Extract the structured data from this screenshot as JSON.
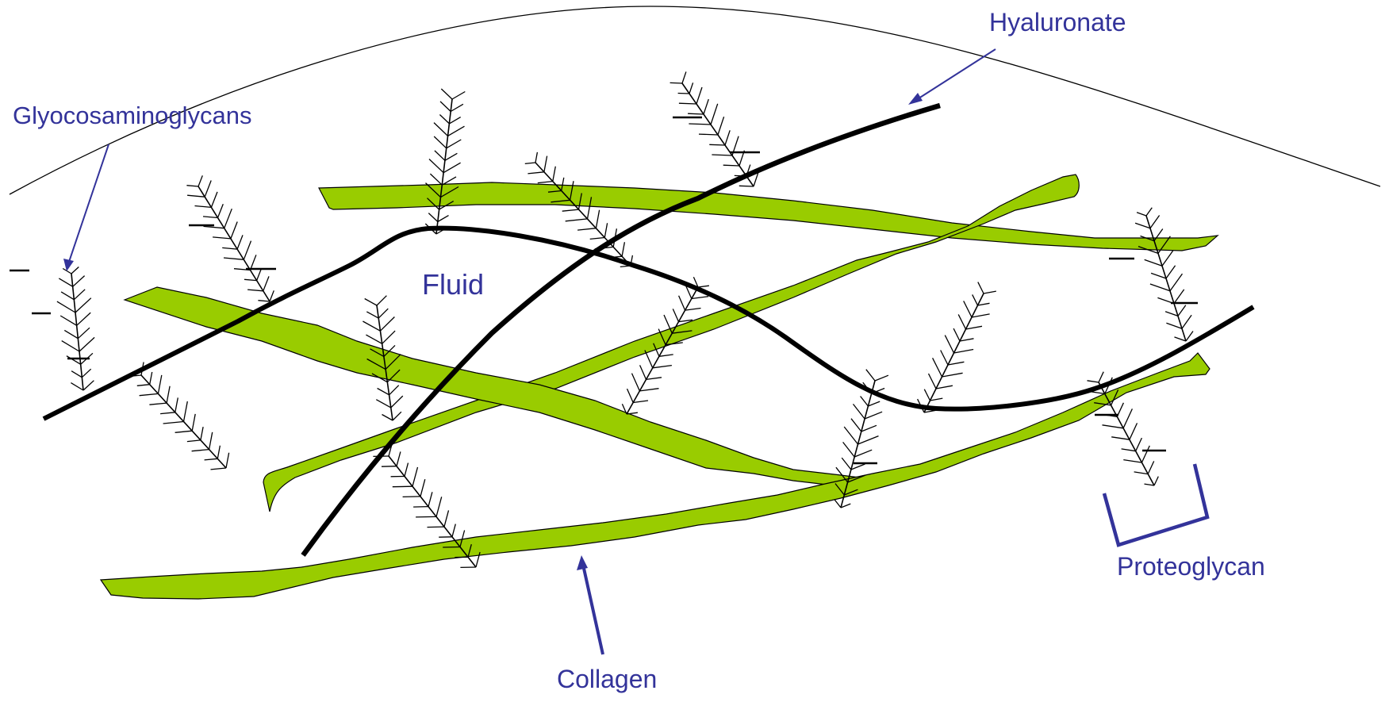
{
  "labels": {
    "hyaluronate": "Hyaluronate",
    "glycosaminoglycans": "Glyocosaminoglycans",
    "fluid": "Fluid",
    "proteoglycan": "Proteoglycan",
    "collagen": "Collagen"
  },
  "colors": {
    "label": "#33339a",
    "collagen_fill": "#99cc00",
    "outline": "#000000"
  }
}
